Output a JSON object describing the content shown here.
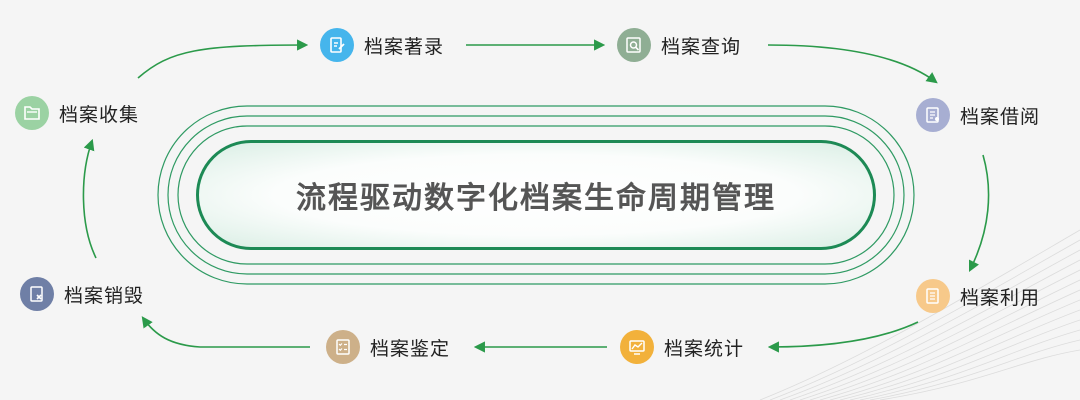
{
  "title": "流程驱动数字化档案生命周期管理",
  "colors": {
    "background": "#f5f5f5",
    "ring": "#1d8a55",
    "arrow": "#2b9a4a",
    "text": "#222222",
    "title_text": "#555555"
  },
  "stages": [
    {
      "id": "collect",
      "label": "档案收集",
      "icon": "folder-icon",
      "color": "#9bd2a3"
    },
    {
      "id": "catalog",
      "label": "档案著录",
      "icon": "edit-document-icon",
      "color": "#45b5ec"
    },
    {
      "id": "query",
      "label": "档案查询",
      "icon": "search-document-icon",
      "color": "#8fae94"
    },
    {
      "id": "borrow",
      "label": "档案借阅",
      "icon": "document-view-icon",
      "color": "#a7aed2"
    },
    {
      "id": "use",
      "label": "档案利用",
      "icon": "document-list-icon",
      "color": "#f7c98a"
    },
    {
      "id": "stats",
      "label": "档案统计",
      "icon": "chart-screen-icon",
      "color": "#f2b13b"
    },
    {
      "id": "appraise",
      "label": "档案鉴定",
      "icon": "checklist-icon",
      "color": "#cdb089"
    },
    {
      "id": "destroy",
      "label": "档案销毁",
      "icon": "document-delete-icon",
      "color": "#6f7fa6"
    }
  ]
}
